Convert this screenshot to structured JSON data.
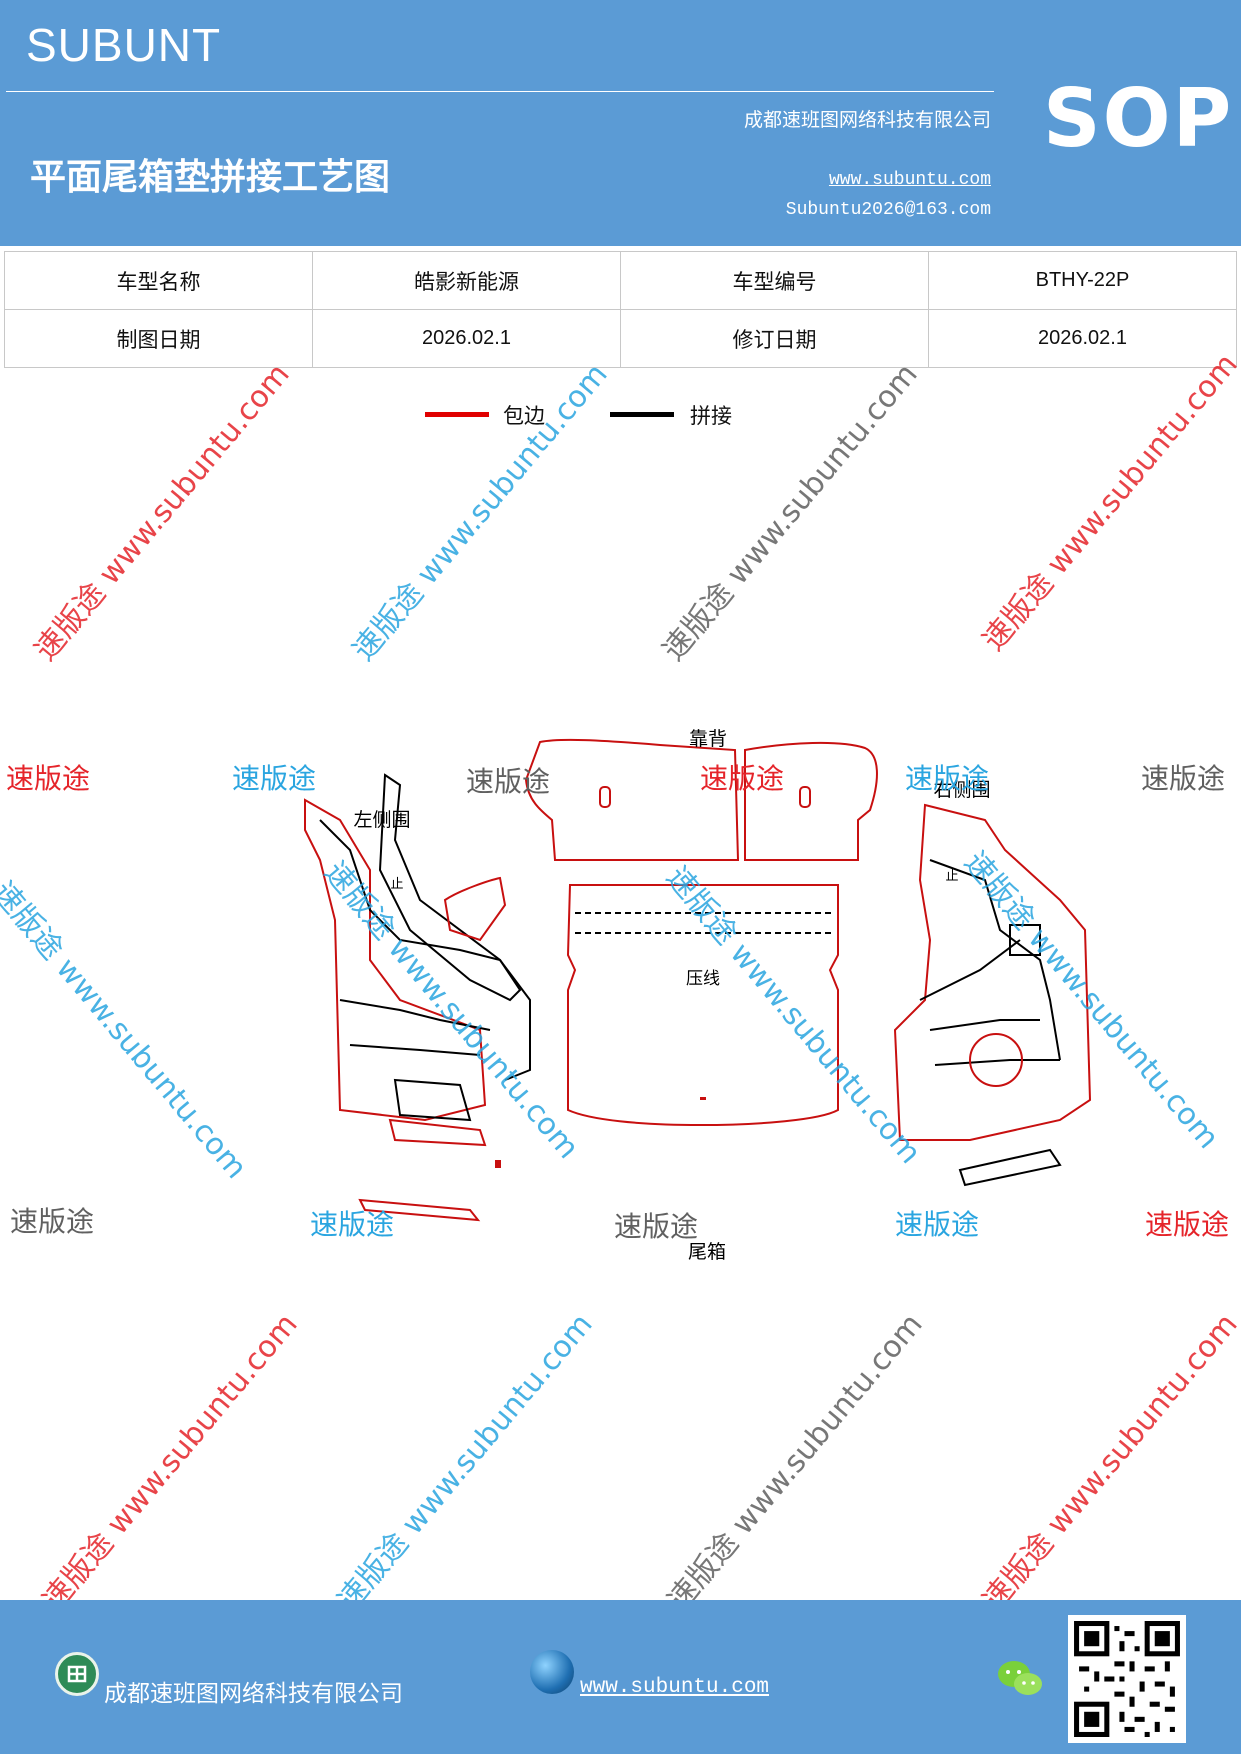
{
  "header": {
    "brand": "SUBUNT",
    "title": "平面尾箱垫拼接工艺图",
    "company": "成都速班图网络科技有限公司",
    "website": "www.subuntu.com",
    "email": "Subuntu2026@163.com",
    "badge": "SOP"
  },
  "info": {
    "model_name_label": "车型名称",
    "model_name_value": "皓影新能源",
    "model_code_label": "车型编号",
    "model_code_value": "BTHY-22P",
    "draw_date_label": "制图日期",
    "draw_date_value": "2026.02.1",
    "revise_date_label": "修订日期",
    "revise_date_value": "2026.02.1"
  },
  "legend": {
    "edge_label": "包边",
    "edge_color": "#e00000",
    "seam_label": "拼接",
    "seam_color": "#000000"
  },
  "diagram": {
    "backrest_label": "靠背",
    "left_side_label": "左侧围",
    "right_side_label": "右侧围",
    "trunk_label": "尾箱",
    "press_line_label": "压线",
    "stop_mark": "止"
  },
  "watermark": {
    "brand_cn": "速版途",
    "url": "速版途 www.subuntu.com"
  },
  "footer": {
    "company": "成都速班图网络科技有限公司",
    "website": "www.subuntu.com"
  },
  "colors": {
    "header_bg": "#5b9bd5",
    "watermark_red": "#e5242a",
    "watermark_blue": "#2aa5e0",
    "watermark_gray": "#606060"
  },
  "icons": [
    "home-badge-icon",
    "globe-icon",
    "wechat-icon",
    "qr-code-icon"
  ]
}
